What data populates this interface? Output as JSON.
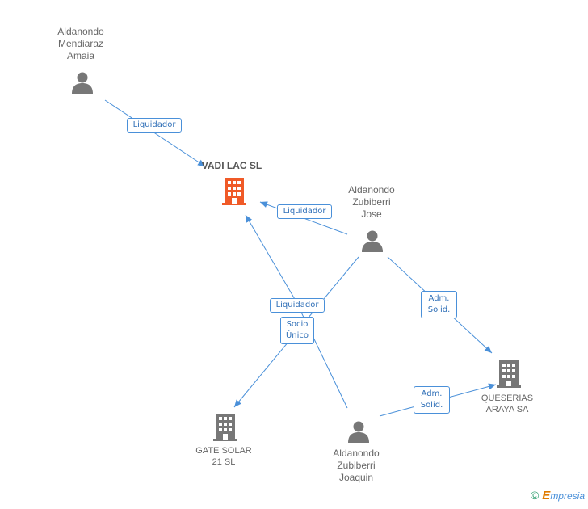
{
  "colors": {
    "edge": "#4a90d9",
    "person": "#777777",
    "company": "#777777",
    "focus_company": "#f05a28"
  },
  "nodes": {
    "aldanondo_mendiaraz": {
      "lines": [
        "Aldanondo",
        "Mendiaraz",
        "Amaia"
      ],
      "icon": "person-icon"
    },
    "vadi_lac": {
      "lines": [
        "VADI LAC SL"
      ],
      "icon": "building-icon"
    },
    "aldanondo_zubiberri_jose": {
      "lines": [
        "Aldanondo",
        "Zubiberri",
        "Jose"
      ],
      "icon": "person-icon"
    },
    "queserias_araya": {
      "lines": [
        "QUESERIAS",
        "ARAYA SA"
      ],
      "icon": "building-icon"
    },
    "gate_solar": {
      "lines": [
        "GATE SOLAR",
        "21 SL"
      ],
      "icon": "building-icon"
    },
    "aldanondo_zubiberri_joaquin": {
      "lines": [
        "Aldanondo",
        "Zubiberri",
        "Joaquin"
      ],
      "icon": "person-icon"
    }
  },
  "edge_labels": {
    "liquidador_1": [
      "Liquidador"
    ],
    "liquidador_2": [
      "Liquidador"
    ],
    "liquidador_3": [
      "Liquidador"
    ],
    "socio_unico": [
      "Socio",
      "Único"
    ],
    "adm_solid_1": [
      "Adm.",
      "Solid."
    ],
    "adm_solid_2": [
      "Adm.",
      "Solid."
    ]
  },
  "footer": {
    "copyright": "©",
    "brand_initial": "E",
    "brand_rest": "mpresia"
  }
}
